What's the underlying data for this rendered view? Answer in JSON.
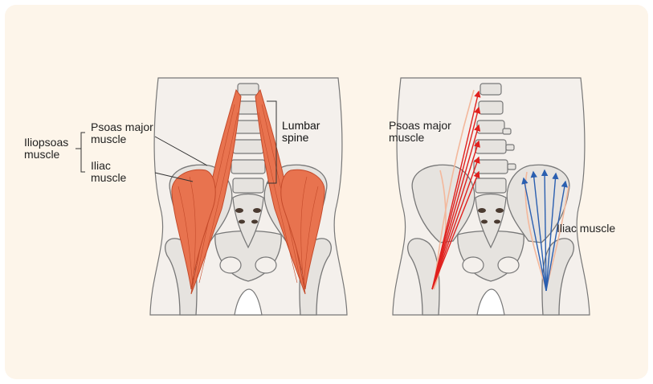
{
  "labels": {
    "iliopsoas": "Iliopsoas\nmuscle",
    "psoas_left": "Psoas major\nmuscle",
    "iliac_left": "Iliac\nmuscle",
    "lumbar": "Lumbar\nspine",
    "psoas_right": "Psoas major\nmuscle",
    "iliac_right": "Iliac muscle"
  },
  "colors": {
    "panel": "#fdf5ea",
    "body": "#f4f0ec",
    "bone": "#e6e3df",
    "bone_outline": "#777777",
    "muscle": "#e8734f",
    "muscle_fiber": "#c44a2a",
    "muscle_light": "#f3b89c",
    "arrow_red": "#e0201e",
    "arrow_blue": "#2a5fb0",
    "line": "#333333"
  }
}
